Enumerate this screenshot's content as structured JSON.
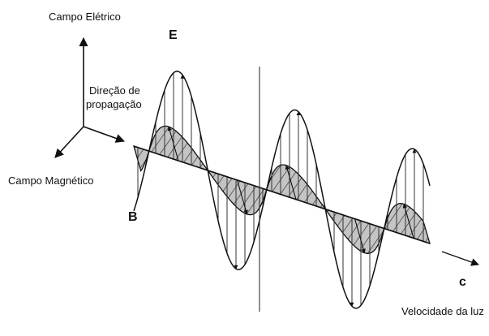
{
  "diagram": {
    "axes": {
      "electric_field_label": "Campo Elétrico",
      "propagation_label_line1": "Direção de",
      "propagation_label_line2": "propagação",
      "magnetic_field_label": "Campo Magnético"
    },
    "wave_labels": {
      "electric": "E",
      "magnetic": "B",
      "speed_symbol": "c",
      "speed_label": "Velocidade da luz"
    },
    "colors": {
      "line": "#111111",
      "magnetic_fill": "#bfbfbf",
      "background": "#ffffff"
    }
  }
}
